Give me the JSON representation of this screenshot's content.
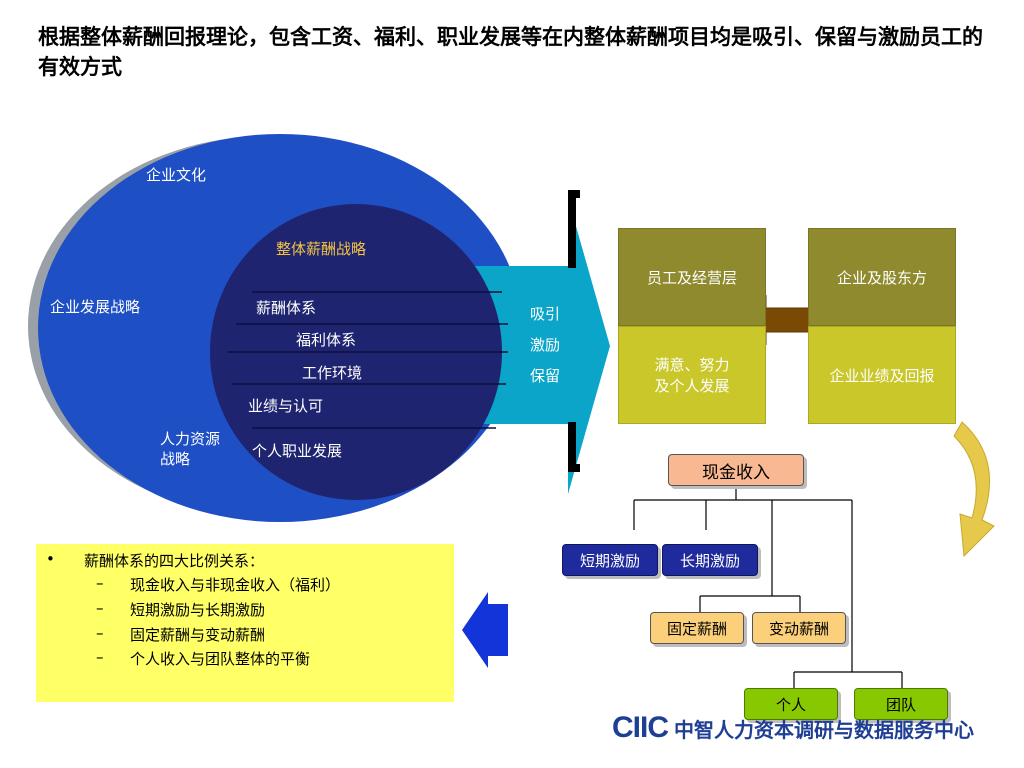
{
  "slide_title": "根据整体薪酬回报理论，包含工资、福利、职业发展等在内整体薪酬项目均是吸引、保留与激励员工的有效方式",
  "venn": {
    "outer_top": "企业文化",
    "outer_left": "企业发展战略",
    "outer_bottom_line1": "人力资源",
    "outer_bottom_line2": "战略",
    "inner_title": "整体薪酬战略",
    "inner_items": [
      "薪酬体系",
      "福利体系",
      "工作环境",
      "业绩与认可",
      "个人职业发展"
    ]
  },
  "arrow_labels": [
    "吸引",
    "激励",
    "保留"
  ],
  "grid": {
    "top_left": "员工及经营层",
    "top_right": "企业及股东方",
    "bottom_left_line1": "满意、努力",
    "bottom_left_line2": "及个人发展",
    "bottom_right": "企业业绩及回报"
  },
  "org_chart": {
    "root": "现金收入",
    "level2": [
      "短期激励",
      "长期激励"
    ],
    "level3": [
      "固定薪酬",
      "变动薪酬"
    ],
    "level4": [
      "个人",
      "团队"
    ]
  },
  "note": {
    "bullet": "•",
    "heading": "薪酬体系的四大比例关系：",
    "dash": "–",
    "items": [
      "现金收入与非现金收入（福利）",
      "短期激励与长期激励",
      "固定薪酬与变动薪酬",
      "个人收入与团队整体的平衡"
    ]
  },
  "logo": {
    "mark": "CIIC",
    "text": "中智人力资本调研与数据服务中心"
  },
  "colors": {
    "outer_circle": "#1f4fc4",
    "inner_circle": "#1e2470",
    "inner_title": "#f5c542",
    "cyan_arrow": "#0aa5c8",
    "olive": "#8f8a2d",
    "yellow": "#c9c72a",
    "note_bg": "#ffff66",
    "logo_blue": "#1f3f95"
  }
}
